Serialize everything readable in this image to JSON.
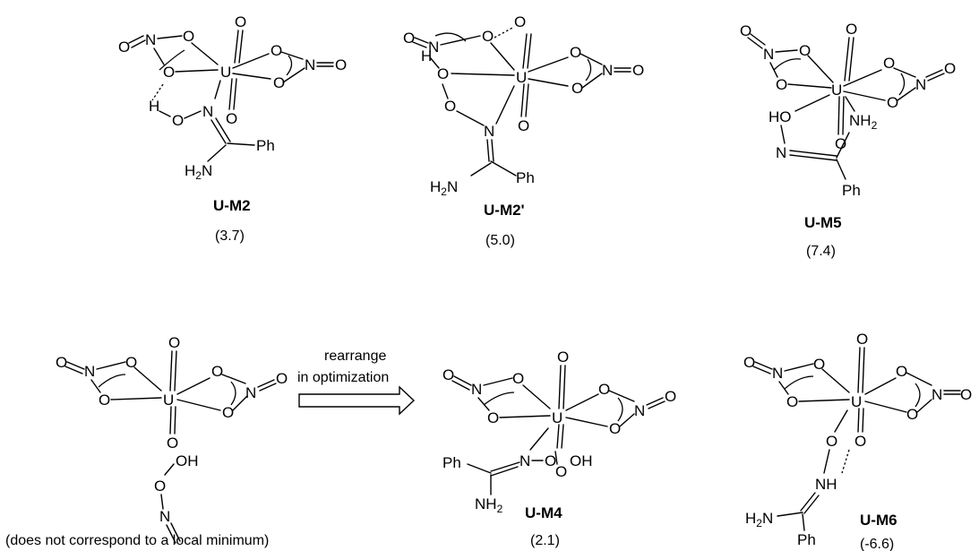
{
  "atoms": {
    "O": "O",
    "N": "N",
    "U": "U",
    "H": "H",
    "Ph": "Ph",
    "OH": "OH",
    "HO": "HO",
    "H2N": "H",
    "NH": "NH",
    "H2N_right": "H",
    "N_small": "N",
    "sub2": "2",
    "H2N_prefix": "H",
    "H2N_suffix": "N",
    "NH2_prefix": "NH"
  },
  "structures": [
    {
      "label": "U-M2",
      "energy": "(3.7)"
    },
    {
      "label": "U-M2'",
      "energy": "(5.0)"
    },
    {
      "label": "U-M5",
      "energy": "(7.4)"
    },
    {
      "label": "U-M4",
      "energy": "(2.1)"
    },
    {
      "label": "U-M6",
      "energy": "(-6.6)"
    }
  ],
  "arrow": {
    "line1": "rearrange",
    "line2": "in optimization"
  },
  "footnote": "(does not correspond to a local minimum)"
}
